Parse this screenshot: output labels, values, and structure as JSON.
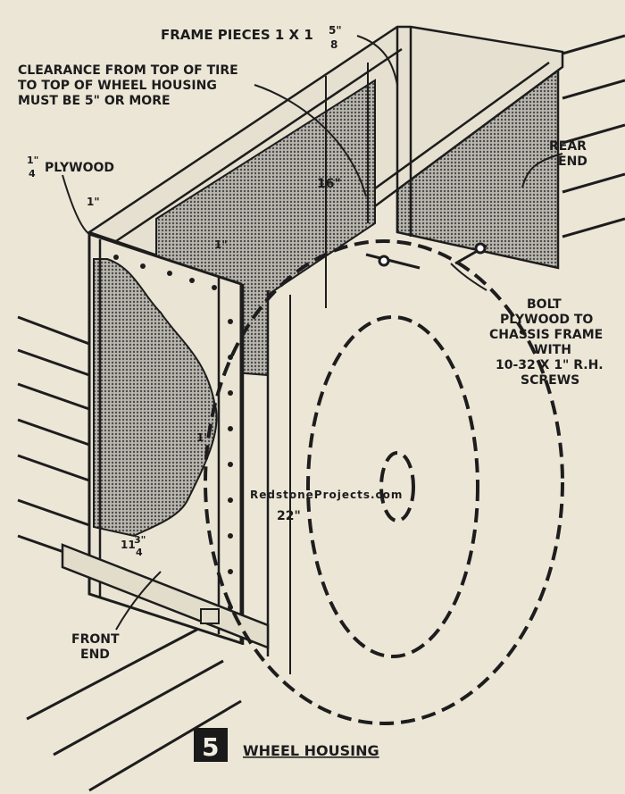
{
  "figure": {
    "number": "5",
    "caption": "WHEEL HOUSING",
    "watermark": "RedstoneProjects.com"
  },
  "labels": {
    "frame_pieces": "FRAME PIECES 1 X 1",
    "frame_pieces_fraction_num": "5\"",
    "frame_pieces_fraction_den": "8",
    "clearance_1": "CLEARANCE FROM TOP OF TIRE",
    "clearance_2": "TO TOP OF WHEEL HOUSING",
    "clearance_3": "MUST BE 5\" OR MORE",
    "plywood_num": "1\"",
    "plywood_den": "4",
    "plywood_text": "PLYWOOD",
    "rear_end_1": "REAR",
    "rear_end_2": "END",
    "bolt_1": "BOLT",
    "bolt_2": "PLYWOOD TO",
    "bolt_3": "CHASSIS FRAME",
    "bolt_4": "WITH",
    "bolt_5": "10-32 X 1\" R.H.",
    "bolt_6": "SCREWS",
    "front_end_1": "FRONT",
    "front_end_2": "END"
  },
  "dimensions": {
    "height_16": "16\"",
    "height_22": "22\"",
    "width_11_whole": "11",
    "width_11_num": "3\"",
    "width_11_den": "4",
    "frame_1_top": "1\"",
    "frame_1_mid": "1\"",
    "frame_1_side": "1\""
  },
  "colors": {
    "paper": "#ece6d7",
    "ink": "#1d1d1d",
    "shading": "#8f8f8f"
  }
}
